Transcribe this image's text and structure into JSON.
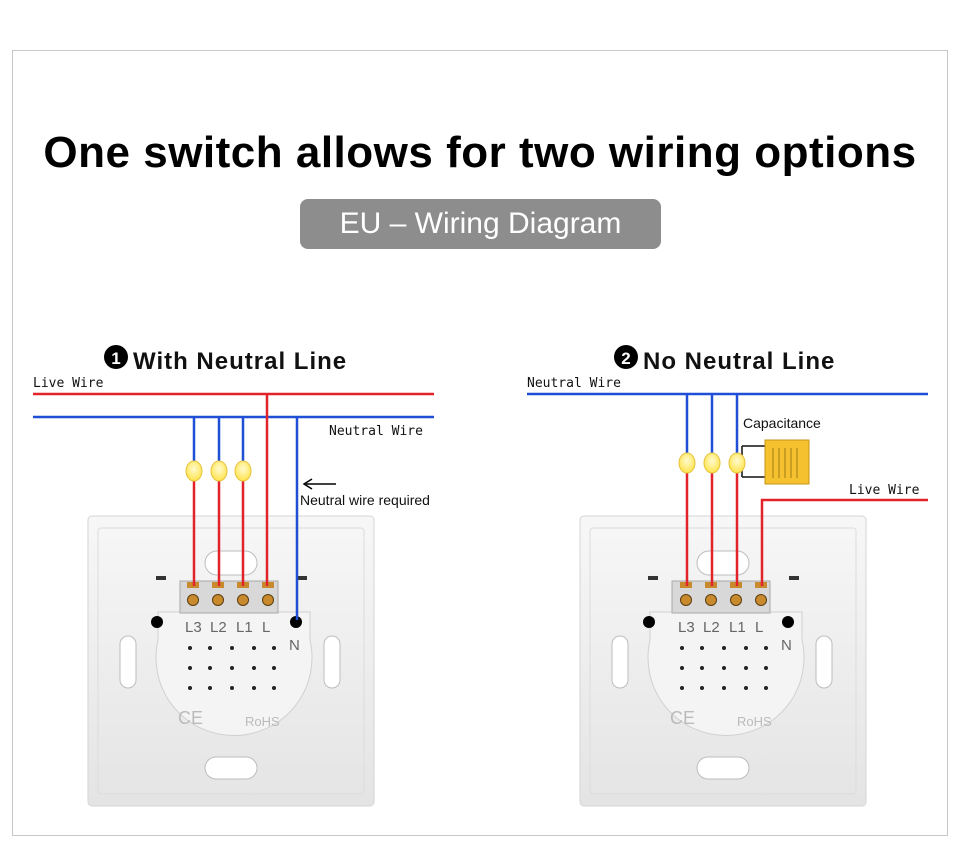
{
  "title": "One switch allows for two wiring options",
  "subtitle": "EU – Wiring Diagram",
  "panels": [
    {
      "number": "1",
      "heading": "With Neutral Line",
      "live_label": "Live Wire",
      "neutral_label": "Neutral Wire",
      "annotation": "Neutral wire required",
      "terminals": [
        "L3",
        "L2",
        "L1",
        "L",
        "N"
      ]
    },
    {
      "number": "2",
      "heading": "No Neutral Line",
      "neutral_label": "Neutral Wire",
      "capacitor_label": "Capacitance",
      "live_label": "Live Wire",
      "terminals": [
        "L3",
        "L2",
        "L1",
        "L",
        "N"
      ]
    }
  ],
  "marks": {
    "ce": "CE",
    "rohs": "RoHS"
  },
  "colors": {
    "live_wire": "#e2232a",
    "neutral_wire": "#1f4fd6",
    "bulb": "#ffe94d",
    "capacitor": "#f5c12e",
    "switch_body": "#f2f2f2",
    "terminal": "#c98a2e",
    "badge": "#8d8d8d"
  }
}
